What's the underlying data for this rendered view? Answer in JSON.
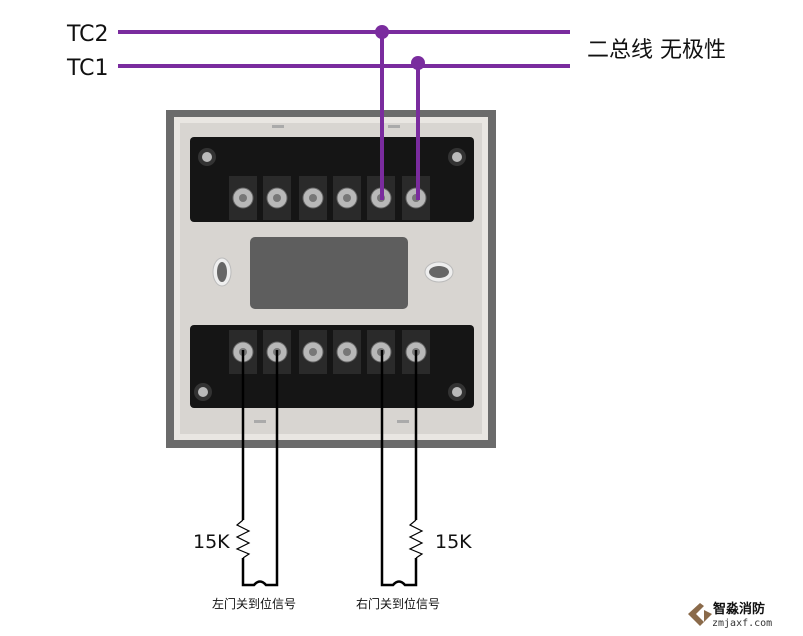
{
  "bus": {
    "tc2_label": "TC2",
    "tc1_label": "TC1",
    "note": "二总线 无极性",
    "color": "#7a2c9e"
  },
  "resistors": [
    {
      "value": "15K"
    },
    {
      "value": "15K"
    }
  ],
  "signals": {
    "left": "左门关到位信号",
    "right": "右门关到位信号"
  },
  "logo": {
    "name": "智淼消防",
    "url_text": "zmjaxf.com"
  }
}
